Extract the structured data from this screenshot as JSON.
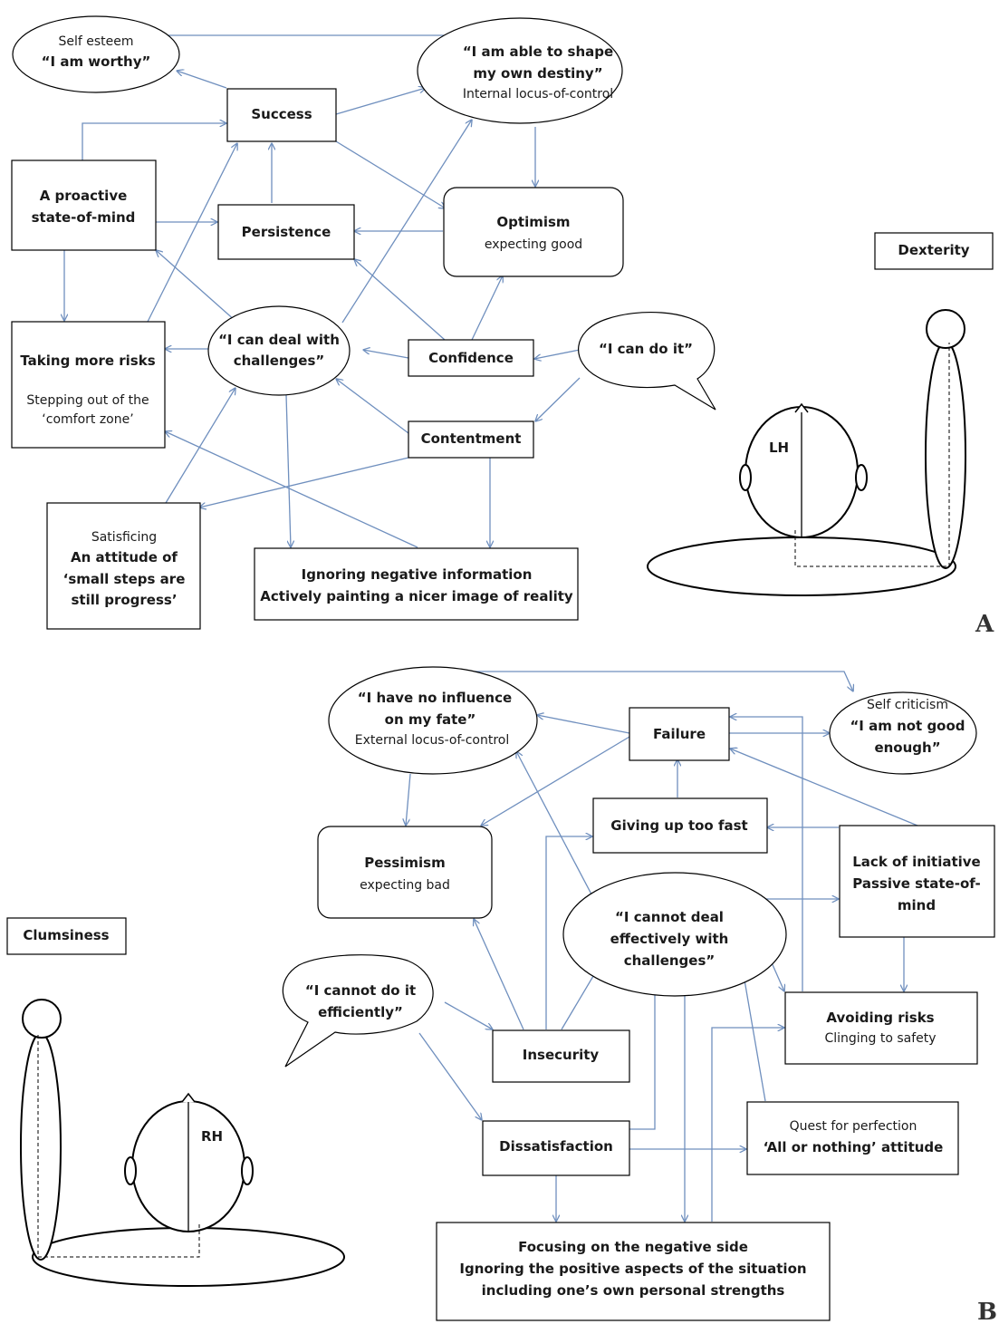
{
  "panels": {
    "a": "A",
    "b": "B"
  },
  "a": {
    "self_esteem": {
      "sub": "Self esteem",
      "main": "“I am worthy”"
    },
    "shape_destiny": {
      "l1": "“I am able to shape",
      "l2": "my own destiny”",
      "sub": "Internal locus-of-control"
    },
    "success": "Success",
    "proactive": {
      "l1": "A proactive",
      "l2": "state-of-mind"
    },
    "persistence": "Persistence",
    "optimism": {
      "main": "Optimism",
      "sub": "expecting good"
    },
    "dexterity": "Dexterity",
    "taking_risks": {
      "main": "Taking more risks",
      "s1": "Stepping out of the",
      "s2": "‘comfort zone’"
    },
    "deal_challenges": {
      "l1": "“I can  deal with",
      "l2": "challenges”"
    },
    "confidence": "Confidence",
    "can_do_it": "“I can  do it”",
    "contentment": "Contentment",
    "satisficing": {
      "sub": "Satisficing",
      "l1": "An attitude of",
      "l2": "‘small steps are",
      "l3": "still progress’"
    },
    "ignoring_negative": {
      "l1": "Ignoring negative information",
      "l2": "Actively painting a nicer image of reality"
    },
    "head_label": "LH"
  },
  "b": {
    "no_influence": {
      "l1": "“I have no influence",
      "l2": "on my fate”",
      "sub": "External locus-of-control"
    },
    "failure": "Failure",
    "self_criticism": {
      "sub": "Self criticism",
      "l1": "“I am not good",
      "l2": "enough”"
    },
    "giving_up": "Giving up too fast",
    "pessimism": {
      "main": "Pessimism",
      "sub": "expecting bad"
    },
    "lack_initiative": {
      "l1": "Lack of initiative",
      "l2": "Passive state-of-",
      "l3": "mind"
    },
    "clumsiness": "Clumsiness",
    "cannot_deal": {
      "l1": "“I cannot deal",
      "l2": "effectively with",
      "l3": "challenges”"
    },
    "cannot_do_it": {
      "l1": "“I cannot do it",
      "l2": "efficiently”"
    },
    "avoiding_risks": {
      "main": "Avoiding risks",
      "sub": "Clinging to safety"
    },
    "insecurity": "Insecurity",
    "dissatisfaction": "Dissatisfaction",
    "perfection": {
      "sub": "Quest for perfection",
      "main": "‘All or nothing’ attitude"
    },
    "focusing_negative": {
      "l1": "Focusing on the negative side",
      "l2": "Ignoring the positive aspects of the situation",
      "l3": "including one’s own personal strengths"
    },
    "head_label": "RH"
  },
  "colors": {
    "arrow": "#6f8fbe",
    "outline": "#000000"
  }
}
